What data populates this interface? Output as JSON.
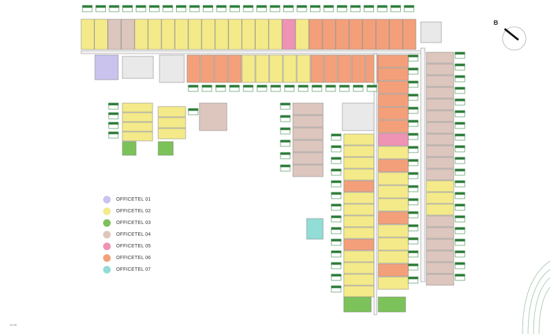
{
  "colors": {
    "officetel_01": "#c9c3ee",
    "officetel_02": "#f4ea8a",
    "officetel_03": "#7cc25a",
    "officetel_04": "#dcc6bd",
    "officetel_05": "#ee93b3",
    "officetel_06": "#f3a07a",
    "officetel_07": "#92ddd6",
    "label_green": "#2e7d3a",
    "wall": "#8a8a8a",
    "core": "#e9e9e9"
  },
  "legend": [
    {
      "label": "OFFICETEL 01",
      "color": "#c9c3ee"
    },
    {
      "label": "OFFICETEL 02",
      "color": "#f4ea8a"
    },
    {
      "label": "OFFICETEL 03",
      "color": "#7cc25a"
    },
    {
      "label": "OFFICETEL 04",
      "color": "#dcc6bd"
    },
    {
      "label": "OFFICETEL 05",
      "color": "#ee93b3"
    },
    {
      "label": "OFFICETEL 06",
      "color": "#f3a07a"
    },
    {
      "label": "OFFICETEL 07",
      "color": "#92ddd6"
    }
  ],
  "compass": {
    "label": "B",
    "icon": "north-arrow-icon"
  },
  "page_note": "12-16"
}
